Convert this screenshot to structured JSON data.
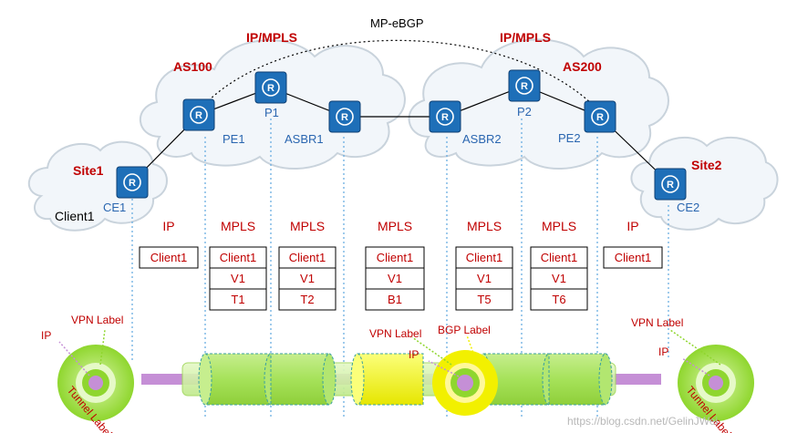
{
  "ebgp_label": "MP-eBGP",
  "domains": [
    {
      "id": "as100",
      "mpls_label": "IP/MPLS",
      "as_label": "AS100"
    },
    {
      "id": "as200",
      "mpls_label": "IP/MPLS",
      "as_label": "AS200"
    }
  ],
  "sites": [
    {
      "id": "site1",
      "label": "Site1",
      "client": "Client1"
    },
    {
      "id": "site2",
      "label": "Site2"
    }
  ],
  "routers": [
    {
      "id": "ce1",
      "label": "CE1",
      "glyph": "R"
    },
    {
      "id": "pe1",
      "label": "PE1",
      "glyph": "R"
    },
    {
      "id": "p1",
      "label": "P1",
      "glyph": "R"
    },
    {
      "id": "asbr1",
      "label": "ASBR1",
      "glyph": "R"
    },
    {
      "id": "asbr2",
      "label": "ASBR2",
      "glyph": "R"
    },
    {
      "id": "p2",
      "label": "P2",
      "glyph": "R"
    },
    {
      "id": "pe2",
      "label": "PE2",
      "glyph": "R"
    },
    {
      "id": "ce2",
      "label": "CE2",
      "glyph": "R"
    }
  ],
  "segments": [
    {
      "label": "IP",
      "stack": [
        "Client1"
      ]
    },
    {
      "label": "MPLS",
      "stack": [
        "Client1",
        "V1",
        "T1"
      ]
    },
    {
      "label": "MPLS",
      "stack": [
        "Client1",
        "V1",
        "T2"
      ]
    },
    {
      "label": "MPLS",
      "stack": [
        "Client1",
        "V1",
        "B1"
      ]
    },
    {
      "label": "MPLS",
      "stack": [
        "Client1",
        "V1",
        "T5"
      ]
    },
    {
      "label": "MPLS",
      "stack": [
        "Client1",
        "V1",
        "T6"
      ]
    },
    {
      "label": "IP",
      "stack": [
        "Client1"
      ]
    }
  ],
  "tunnel_annotations": {
    "left": {
      "ip": "IP",
      "vpn": "VPN Label",
      "tunnel": "Tunnel Label"
    },
    "middle": {
      "vpn": "VPN Label",
      "bgp": "BGP Label",
      "ip": "IP"
    },
    "right": {
      "vpn": "VPN Label",
      "ip": "IP",
      "tunnel": "Tunnel Label"
    }
  },
  "colors": {
    "router": "#1e6fb8",
    "label_red": "#c00000",
    "node_blue": "#2a66b0",
    "tunnel_green": "#8fd62e",
    "bgp_yellow": "#f2f000",
    "ip_purple": "#c58fd6"
  },
  "watermark": "https://blog.csdn.net/GelinJWei"
}
